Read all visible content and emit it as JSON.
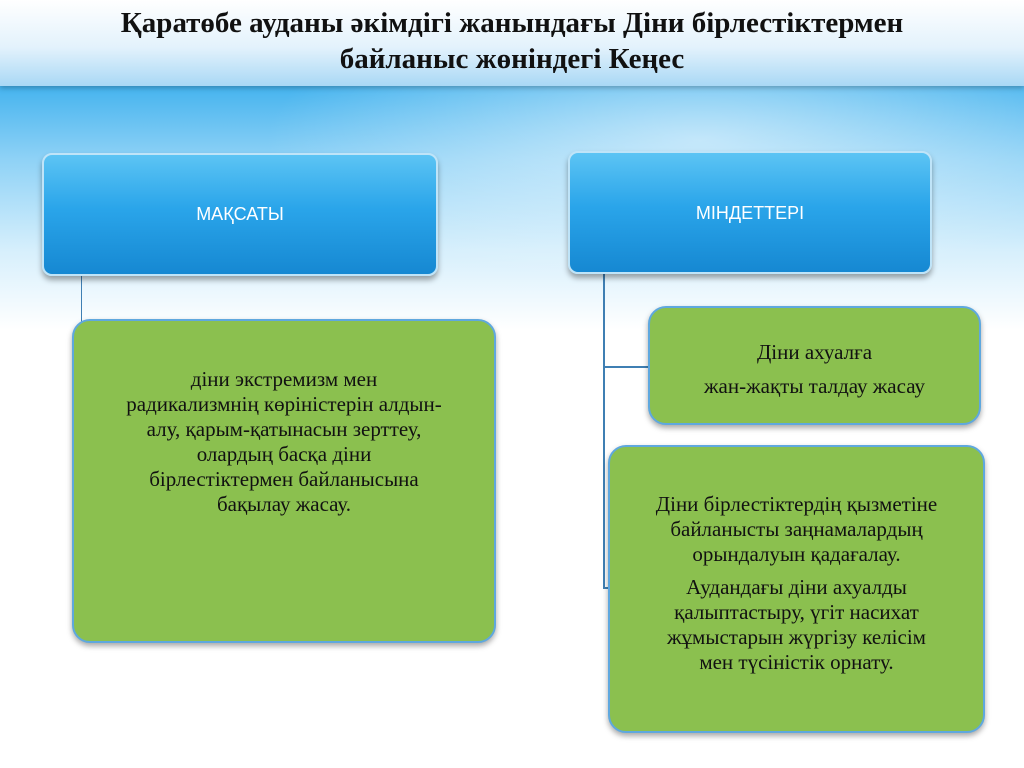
{
  "title": {
    "text": "Қаратөбе ауданы  әкімдігі жанындағы Діни бірлестіктермен\nбайланыс жөніндегі Кеңес"
  },
  "nodes": {
    "goal_header": {
      "label": "МАҚСАТЫ"
    },
    "tasks_header": {
      "label": "МІНДЕТТЕРІ"
    },
    "goal_text": "діни экстремизм мен\nрадикализмнің көріністерін алдын-\nалу,  қарым-қатынасын зерттеу,\nолардың басқа діни\nбірлестіктермен байланысына\nбақылау жасау.",
    "task_1": {
      "line1": "Діни ахуалға",
      "line2": "жан-жақты талдау жасау"
    },
    "task_2": {
      "para1": "Діни бірлестіктердің қызметіне\nбайланысты заңнамалардың\nорындалуын қадағалау.",
      "para2": "Аудандағы діни ахуалды\nқалыптастыру, үгіт насихат\nжұмыстарын жүргізу келісім\nмен түсіністік орнату."
    }
  },
  "colors": {
    "header_blue": "#2aa5ea",
    "box_green": "#8bc04f",
    "connector": "#3f7fb3"
  }
}
